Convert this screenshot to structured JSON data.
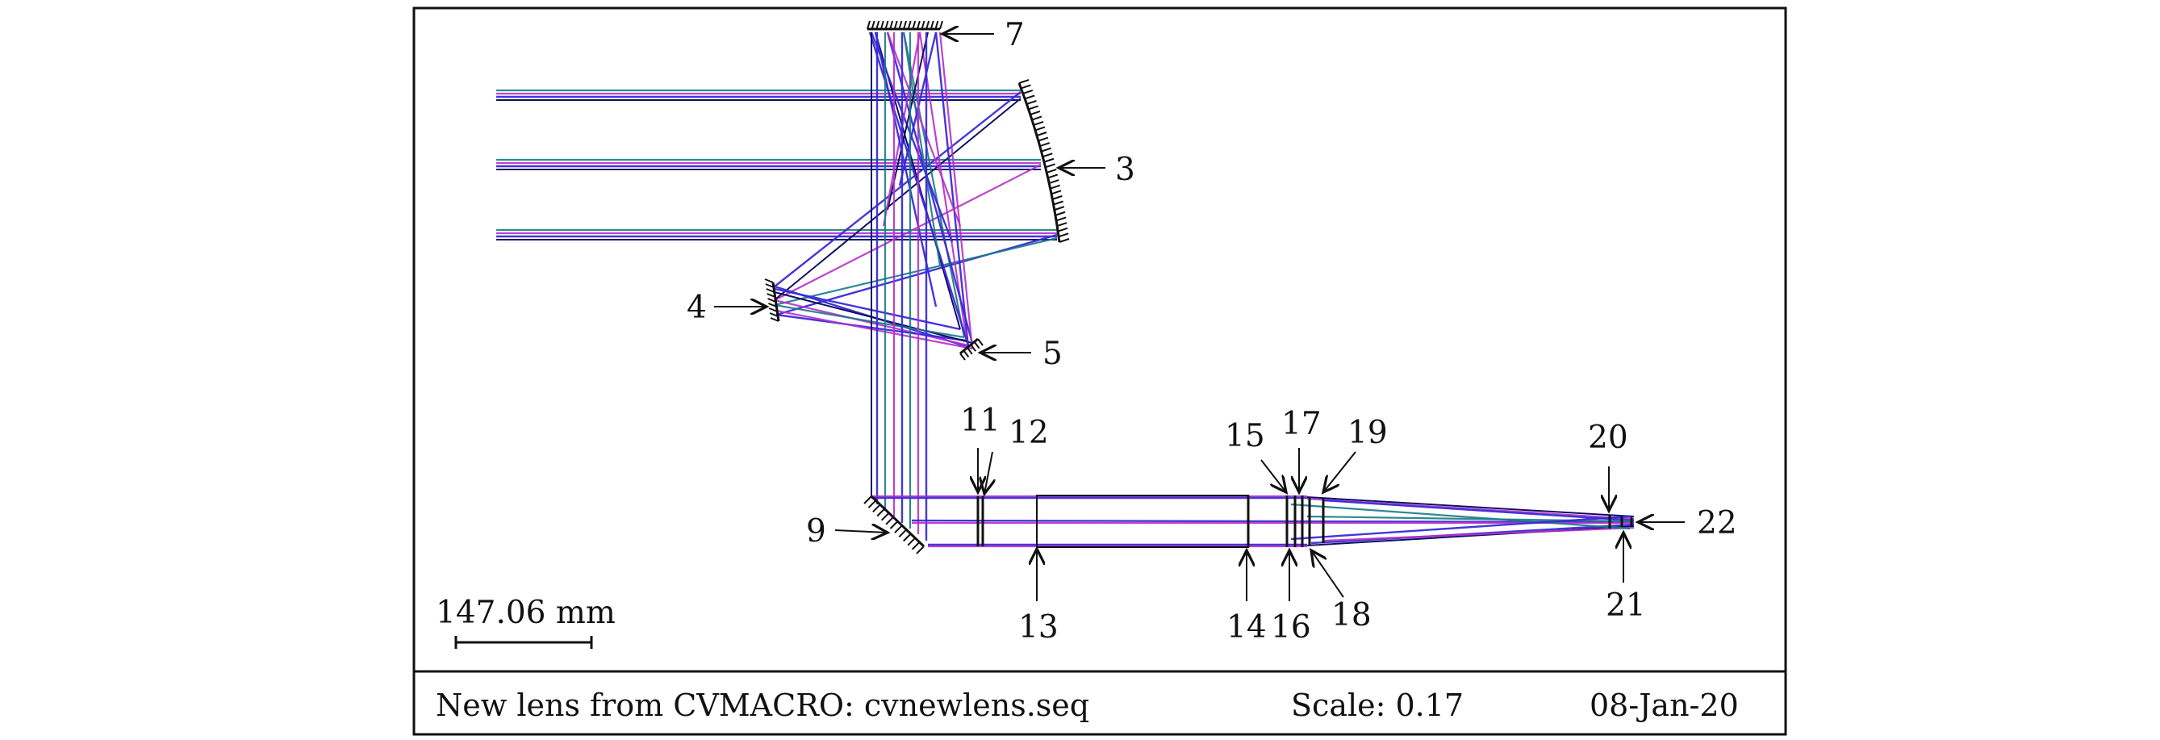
{
  "surface_labels": {
    "s3": "3",
    "s4": "4",
    "s5": "5",
    "s7": "7",
    "s9": "9",
    "s11": "11",
    "s12": "12",
    "s13": "13",
    "s14": "14",
    "s15": "15",
    "s16": "16",
    "s17": "17",
    "s18": "18",
    "s19": "19",
    "s20": "20",
    "s21": "21",
    "s22": "22"
  },
  "scale_bar": {
    "label": "147.06 mm"
  },
  "footer": {
    "title": "New lens from CVMACRO: cvnewlens.seq",
    "scale": "Scale: 0.17",
    "date": "08-Jan-20"
  },
  "colors": {
    "ray_blue": "#3a2bd8",
    "ray_magenta": "#b52fc9",
    "ray_teal": "#1a7a86",
    "ray_navy": "#101060",
    "ink": "#111111"
  }
}
